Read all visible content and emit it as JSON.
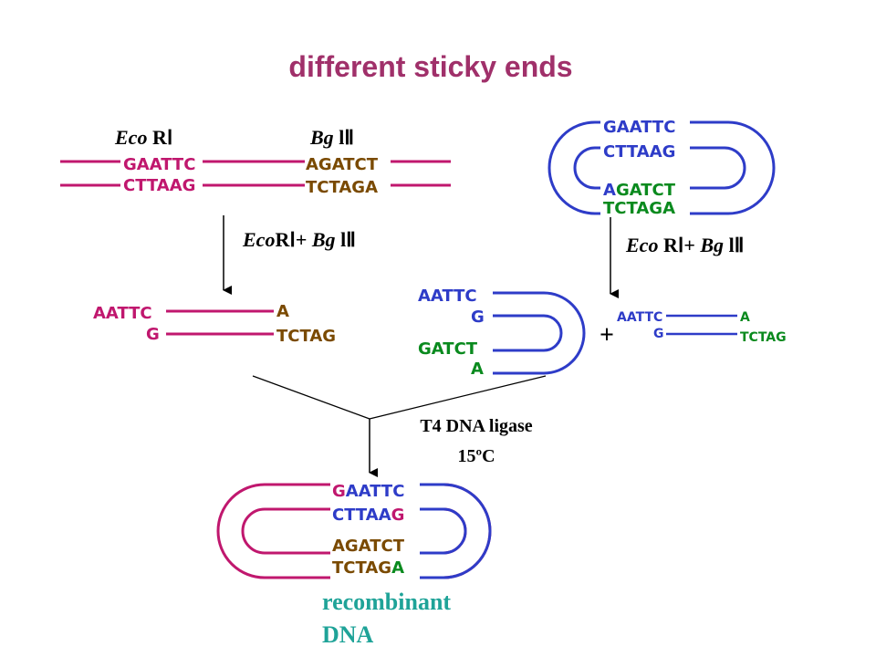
{
  "title": "different sticky ends",
  "labels": {
    "enzyme1_italic": "Eco",
    "enzyme1_rest": " RⅠ",
    "enzyme2_italic": "Bg",
    "enzyme2_rest": " lⅡ",
    "digest_left_a": "Eco",
    "digest_left_b": "RⅠ+ ",
    "digest_left_c": "Bg",
    "digest_left_d": " lⅡ",
    "digest_right_a": "Eco",
    "digest_right_b": " RⅠ+ ",
    "digest_right_c": "Bg",
    "digest_right_d": " lⅡ",
    "ligase": "T4 DNA ligase",
    "temperature": "15ºC",
    "plus": "+",
    "result_line1": "recombinant",
    "result_line2": "DNA"
  },
  "sequences": {
    "linear_top_eco": "GAATTC",
    "linear_bot_eco": "CTTAAG",
    "linear_top_bgl": "AGATCT",
    "linear_bot_bgl": "TCTAGA",
    "plasmid_eco_top": "GAATTC",
    "plasmid_eco_bot": "CTTAAG",
    "plasmid_bgl_top_a": "A",
    "plasmid_bgl_top_rest": "GATCT",
    "plasmid_bgl_bot": "TCTAGA",
    "frag_top_left": "AATTC",
    "frag_bot_left": "G",
    "frag_top_right": "A",
    "frag_bot_right": "TCTAG",
    "open_top1": "AATTC",
    "open_top2": "G",
    "open_bot1": "GATCT",
    "open_bot2": "A",
    "small_top_left": "AATTC",
    "small_bot_left": "G",
    "small_top_right": "A",
    "small_bot_right": "TCTAG",
    "rec_top_g": "G",
    "rec_top_rest": "AATTC",
    "rec_bot_rest": "CTTAA",
    "rec_bot_g": "G",
    "rec_bgl_top": "AGATCT",
    "rec_bgl_bot_rest": "TCTAG",
    "rec_bgl_bot_a": "A"
  },
  "colors": {
    "magenta": "#c0176e",
    "blue": "#2e3cc8",
    "green": "#0a8a1e",
    "brown": "#7a4a00",
    "title": "#a0306a",
    "teal": "#1fa398",
    "black": "#000000"
  }
}
